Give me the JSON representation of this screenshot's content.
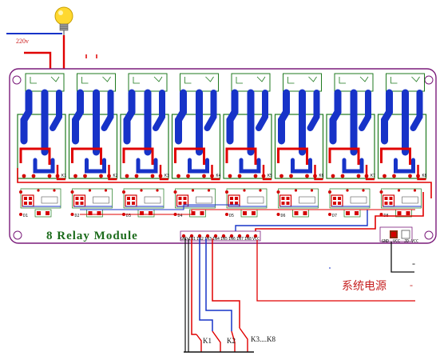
{
  "mains_label": "220v",
  "board": {
    "title": "8 Relay Module",
    "relay_count": 8,
    "relay_labels": [
      "K1",
      "K2",
      "K3",
      "K4",
      "K5",
      "K6",
      "K7",
      "K8"
    ],
    "led_labels": [
      "D1",
      "D2",
      "D3",
      "D4",
      "D5",
      "D6",
      "D7",
      "D8"
    ],
    "header_pins": [
      "GND",
      "IN1",
      "IN2",
      "IN3",
      "IN4",
      "IN5",
      "IN6",
      "IN7",
      "IN8",
      "VCC"
    ],
    "power_pins": [
      "GND",
      "VCC",
      "JD-VCC"
    ]
  },
  "inputs": {
    "switch_k1": "K1",
    "switch_k2": "K2",
    "switch_k3_k8": "K3....K8"
  },
  "power": {
    "label": "系统电源",
    "minus_top": "-",
    "minus_bottom": "-"
  },
  "colors": {
    "trace_blue": "#1733c8",
    "trace_red": "#e00000",
    "board_outline": "#7a1b7a",
    "relay_outline": "#1f7a1f",
    "pad_red": "#d40000",
    "silk_text": "#1b6b1b"
  }
}
